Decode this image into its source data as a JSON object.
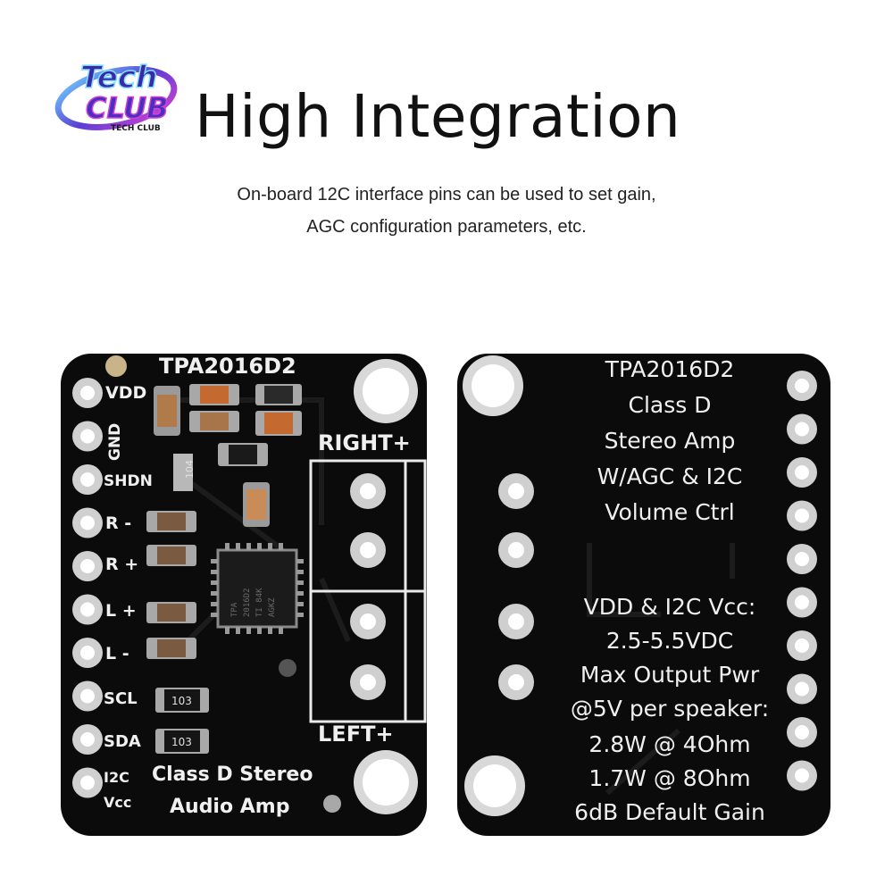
{
  "logo": {
    "line1": "Tech",
    "line2": "CLUB",
    "tagline": "TECH CLUB"
  },
  "headline": "High Integration",
  "description": [
    "On-board 12C interface pins can be used to set gain,",
    "AGC configuration parameters, etc."
  ],
  "front_board": {
    "part": "TPA2016D2",
    "pins": [
      "VDD",
      "GND",
      "SHDN",
      "R -",
      "R +",
      "L +",
      "L -",
      "SCL",
      "SDA",
      "I2C",
      "Vcc"
    ],
    "right_label": "RIGHT+",
    "left_label": "LEFT+",
    "caption_line1": "Class D Stereo",
    "caption_line2": "Audio Amp",
    "resistor_104": "104",
    "resistor_103a": "103",
    "resistor_103b": "103",
    "chip_marking": [
      "TPA",
      "2016D2",
      "TI 84K",
      "AGKZ"
    ]
  },
  "back_board": {
    "lines": [
      "TPA2016D2",
      "Class D",
      "Stereo Amp",
      "W/AGC & I2C",
      "Volume Ctrl",
      "VDD & I2C Vcc:",
      "2.5-5.5VDC",
      "Max Output Pwr",
      "@5V per speaker:",
      "2.8W @ 4Ohm",
      "1.7W @ 8Ohm",
      "6dB Default Gain"
    ]
  },
  "colors": {
    "pcb": "#0b0b0b",
    "silkscreen": "#f0f0f0",
    "pad_gold": "#c9c9c9",
    "logo_purple": "#5b3fd4",
    "logo_cyan": "#5fd3ff",
    "logo_magenta": "#d63fd6"
  }
}
